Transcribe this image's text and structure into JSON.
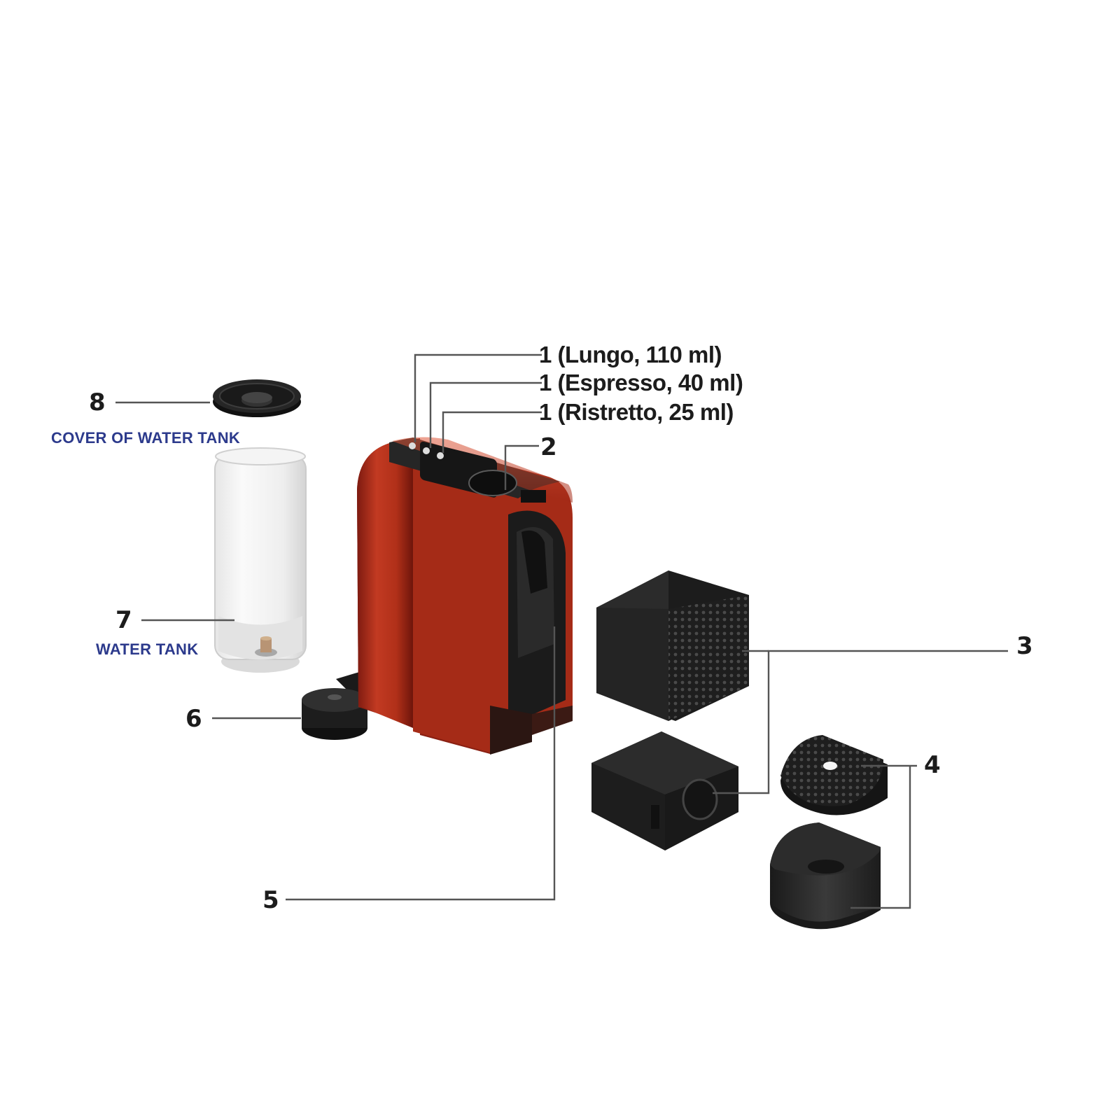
{
  "colors": {
    "machine_body": "#b8321f",
    "caption_text": "#2c3a8c",
    "parts_dark": "#222222"
  },
  "buttons": [
    {
      "number": "1",
      "label": "1 (Lungo, 110 ml)"
    },
    {
      "number": "1",
      "label": "1 (Espresso, 40 ml)"
    },
    {
      "number": "1",
      "label": "1 (Ristretto, 25 ml)"
    }
  ],
  "callouts": {
    "c2": "2",
    "c3": "3",
    "c4": "4",
    "c5": "5",
    "c6": "6",
    "c7": "7",
    "c8": "8"
  },
  "captions": {
    "water_tank_cover": "COVER OF WATER TANK",
    "water_tank": "WATER TANK"
  }
}
